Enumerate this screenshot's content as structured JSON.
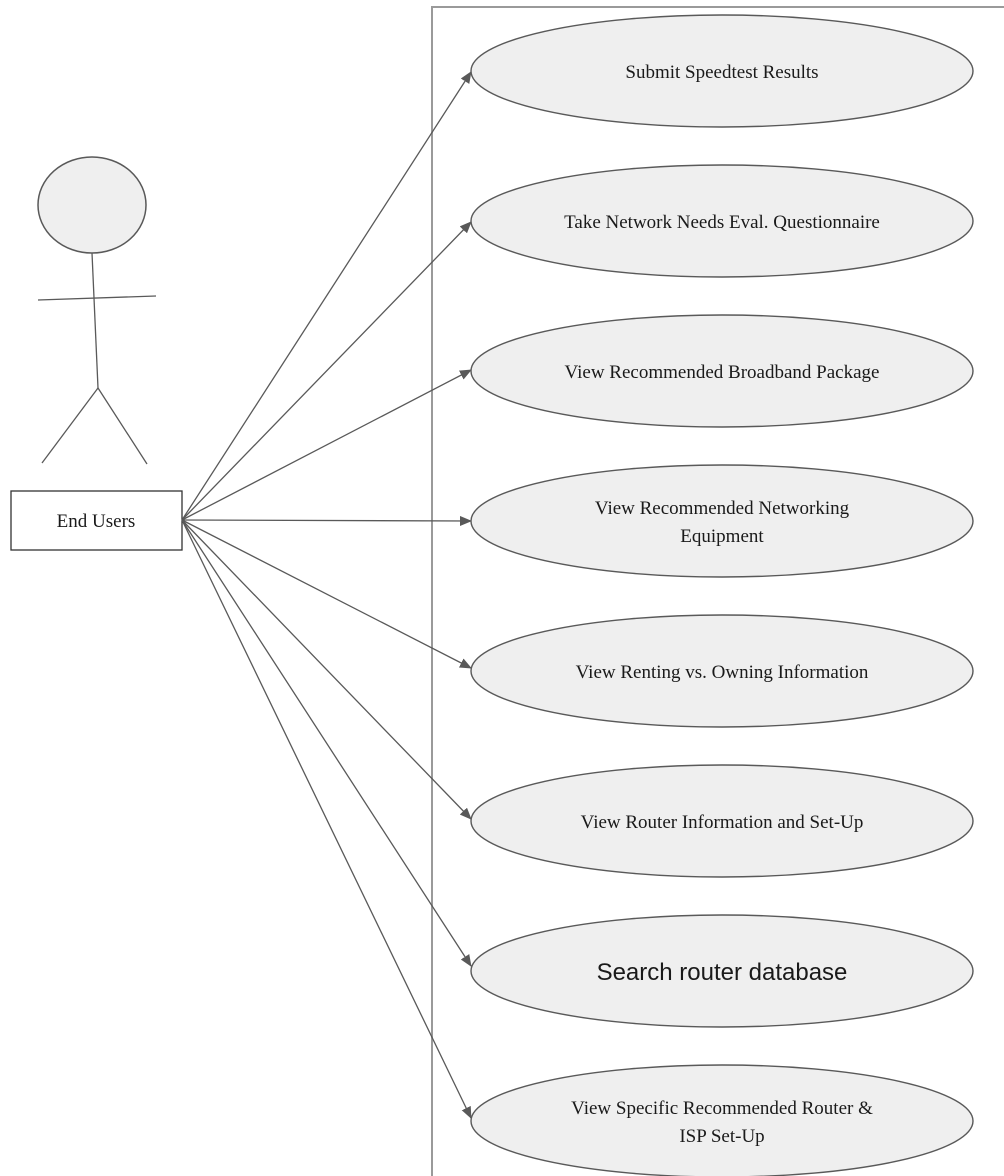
{
  "actor": {
    "label": "End Users"
  },
  "use_cases": [
    {
      "lines": [
        "Submit Speedtest Results"
      ]
    },
    {
      "lines": [
        "Take Network Needs Eval. Questionnaire"
      ]
    },
    {
      "lines": [
        "View Recommended Broadband Package"
      ]
    },
    {
      "lines": [
        "View Recommended Networking",
        "Equipment"
      ]
    },
    {
      "lines": [
        "View Renting vs. Owning Information"
      ]
    },
    {
      "lines": [
        "View Router Information and Set-Up"
      ]
    },
    {
      "lines": [
        "Search router database"
      ]
    },
    {
      "lines": [
        "View Specific Recommended Router &",
        "ISP Set-Up"
      ]
    }
  ],
  "colors": {
    "usecase_fill": "#efefef",
    "stroke": "#595959",
    "boundary": "#9a9a9a",
    "actor_fill": "#efefef"
  }
}
